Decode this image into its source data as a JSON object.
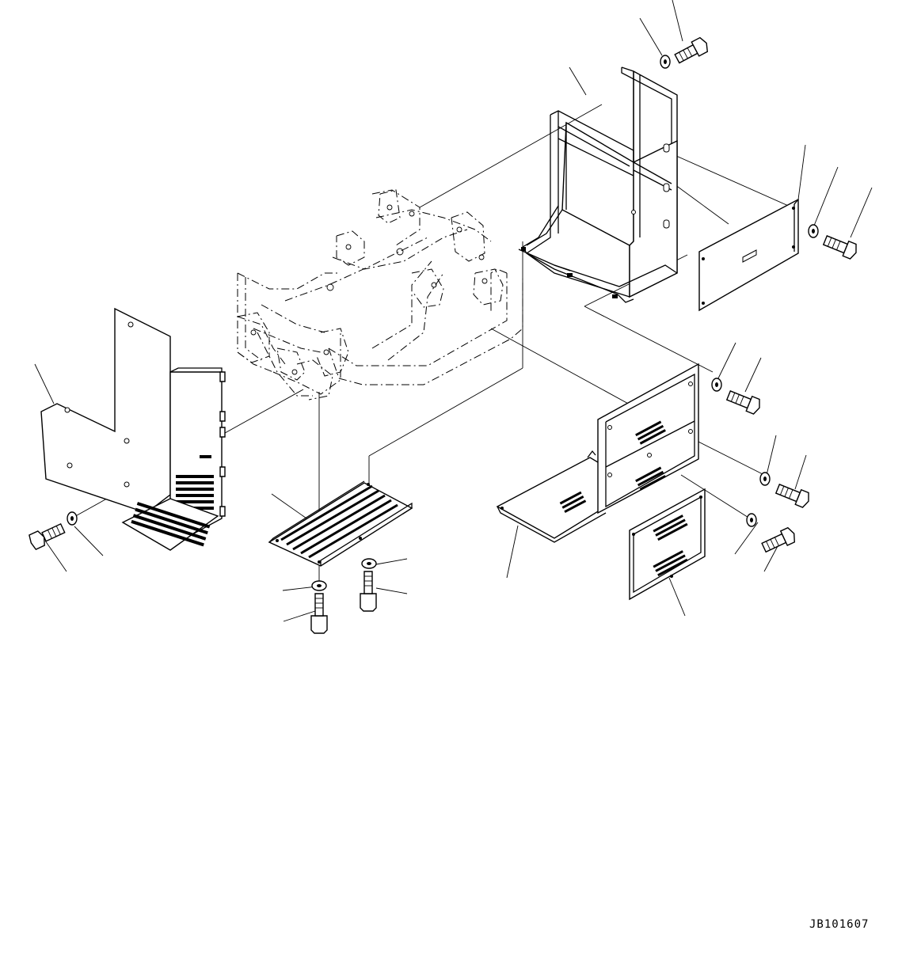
{
  "drawing": {
    "code": "JB101607",
    "parts": [
      "frame-assembly",
      "cab-side-cover-box",
      "side-access-cover",
      "left-step-cover-plate",
      "center-step-grating",
      "right-floor-cover-plate",
      "right-vertical-grille-panel",
      "small-grille-cover",
      "hex-bolt",
      "washer"
    ]
  }
}
